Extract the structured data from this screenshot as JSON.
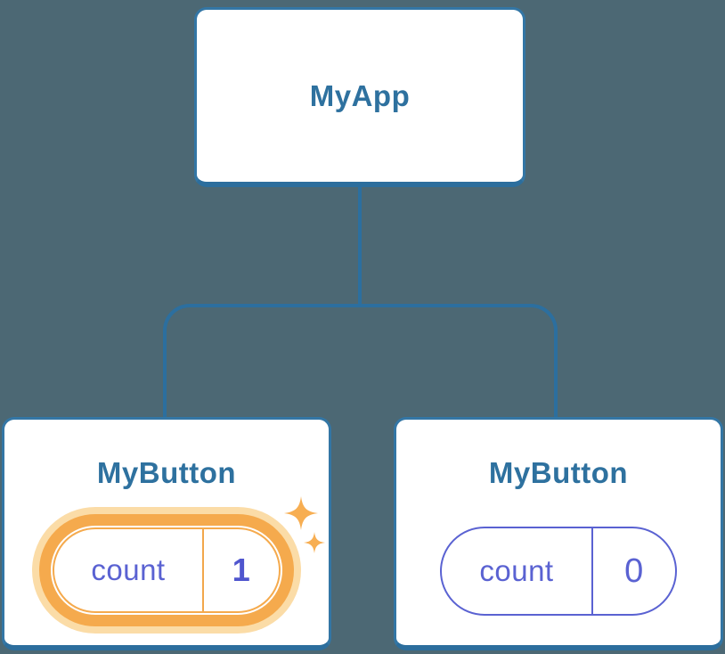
{
  "tree": {
    "root": {
      "label": "MyApp"
    },
    "children": [
      {
        "label": "MyButton",
        "state": {
          "key": "count",
          "value": "1"
        },
        "highlighted": true,
        "icon": "sparkles-icon"
      },
      {
        "label": "MyButton",
        "state": {
          "key": "count",
          "value": "0"
        },
        "highlighted": false
      }
    ]
  },
  "colors": {
    "background": "#4C6874",
    "card_border": "#3376A5",
    "card_border_bottom": "#2C6E9D",
    "node_label_text": "#2E719F",
    "connector": "#2C6F9F",
    "state_text": "#5A62D2",
    "state_border": "#5A62D2",
    "highlight_accent": "#F5AA4D",
    "highlight_halo": "#FBDCA7",
    "sparkle": "#F7AE52"
  }
}
